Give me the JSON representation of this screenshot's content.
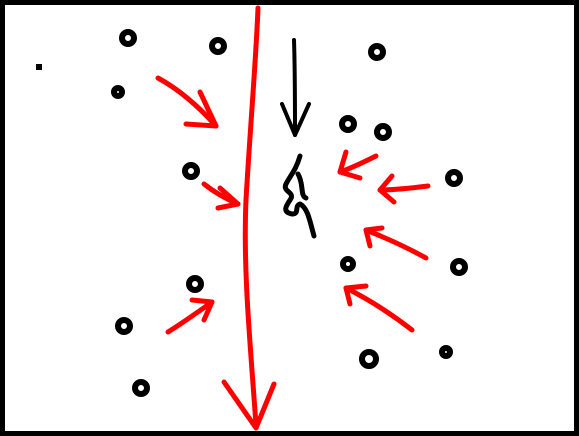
{
  "diagram": {
    "colors": {
      "background": "#ffffff",
      "frame": "#000000",
      "accent": "#ff0000",
      "ink": "#000000"
    },
    "elements": {
      "main_current": "red-downward-current-arrow",
      "gravity_arrow": "black-downward-arrow",
      "central_figure": "squiggle-figure",
      "inward_arrows": "red-inward-arrows",
      "dots": "black-particle-dots"
    }
  }
}
